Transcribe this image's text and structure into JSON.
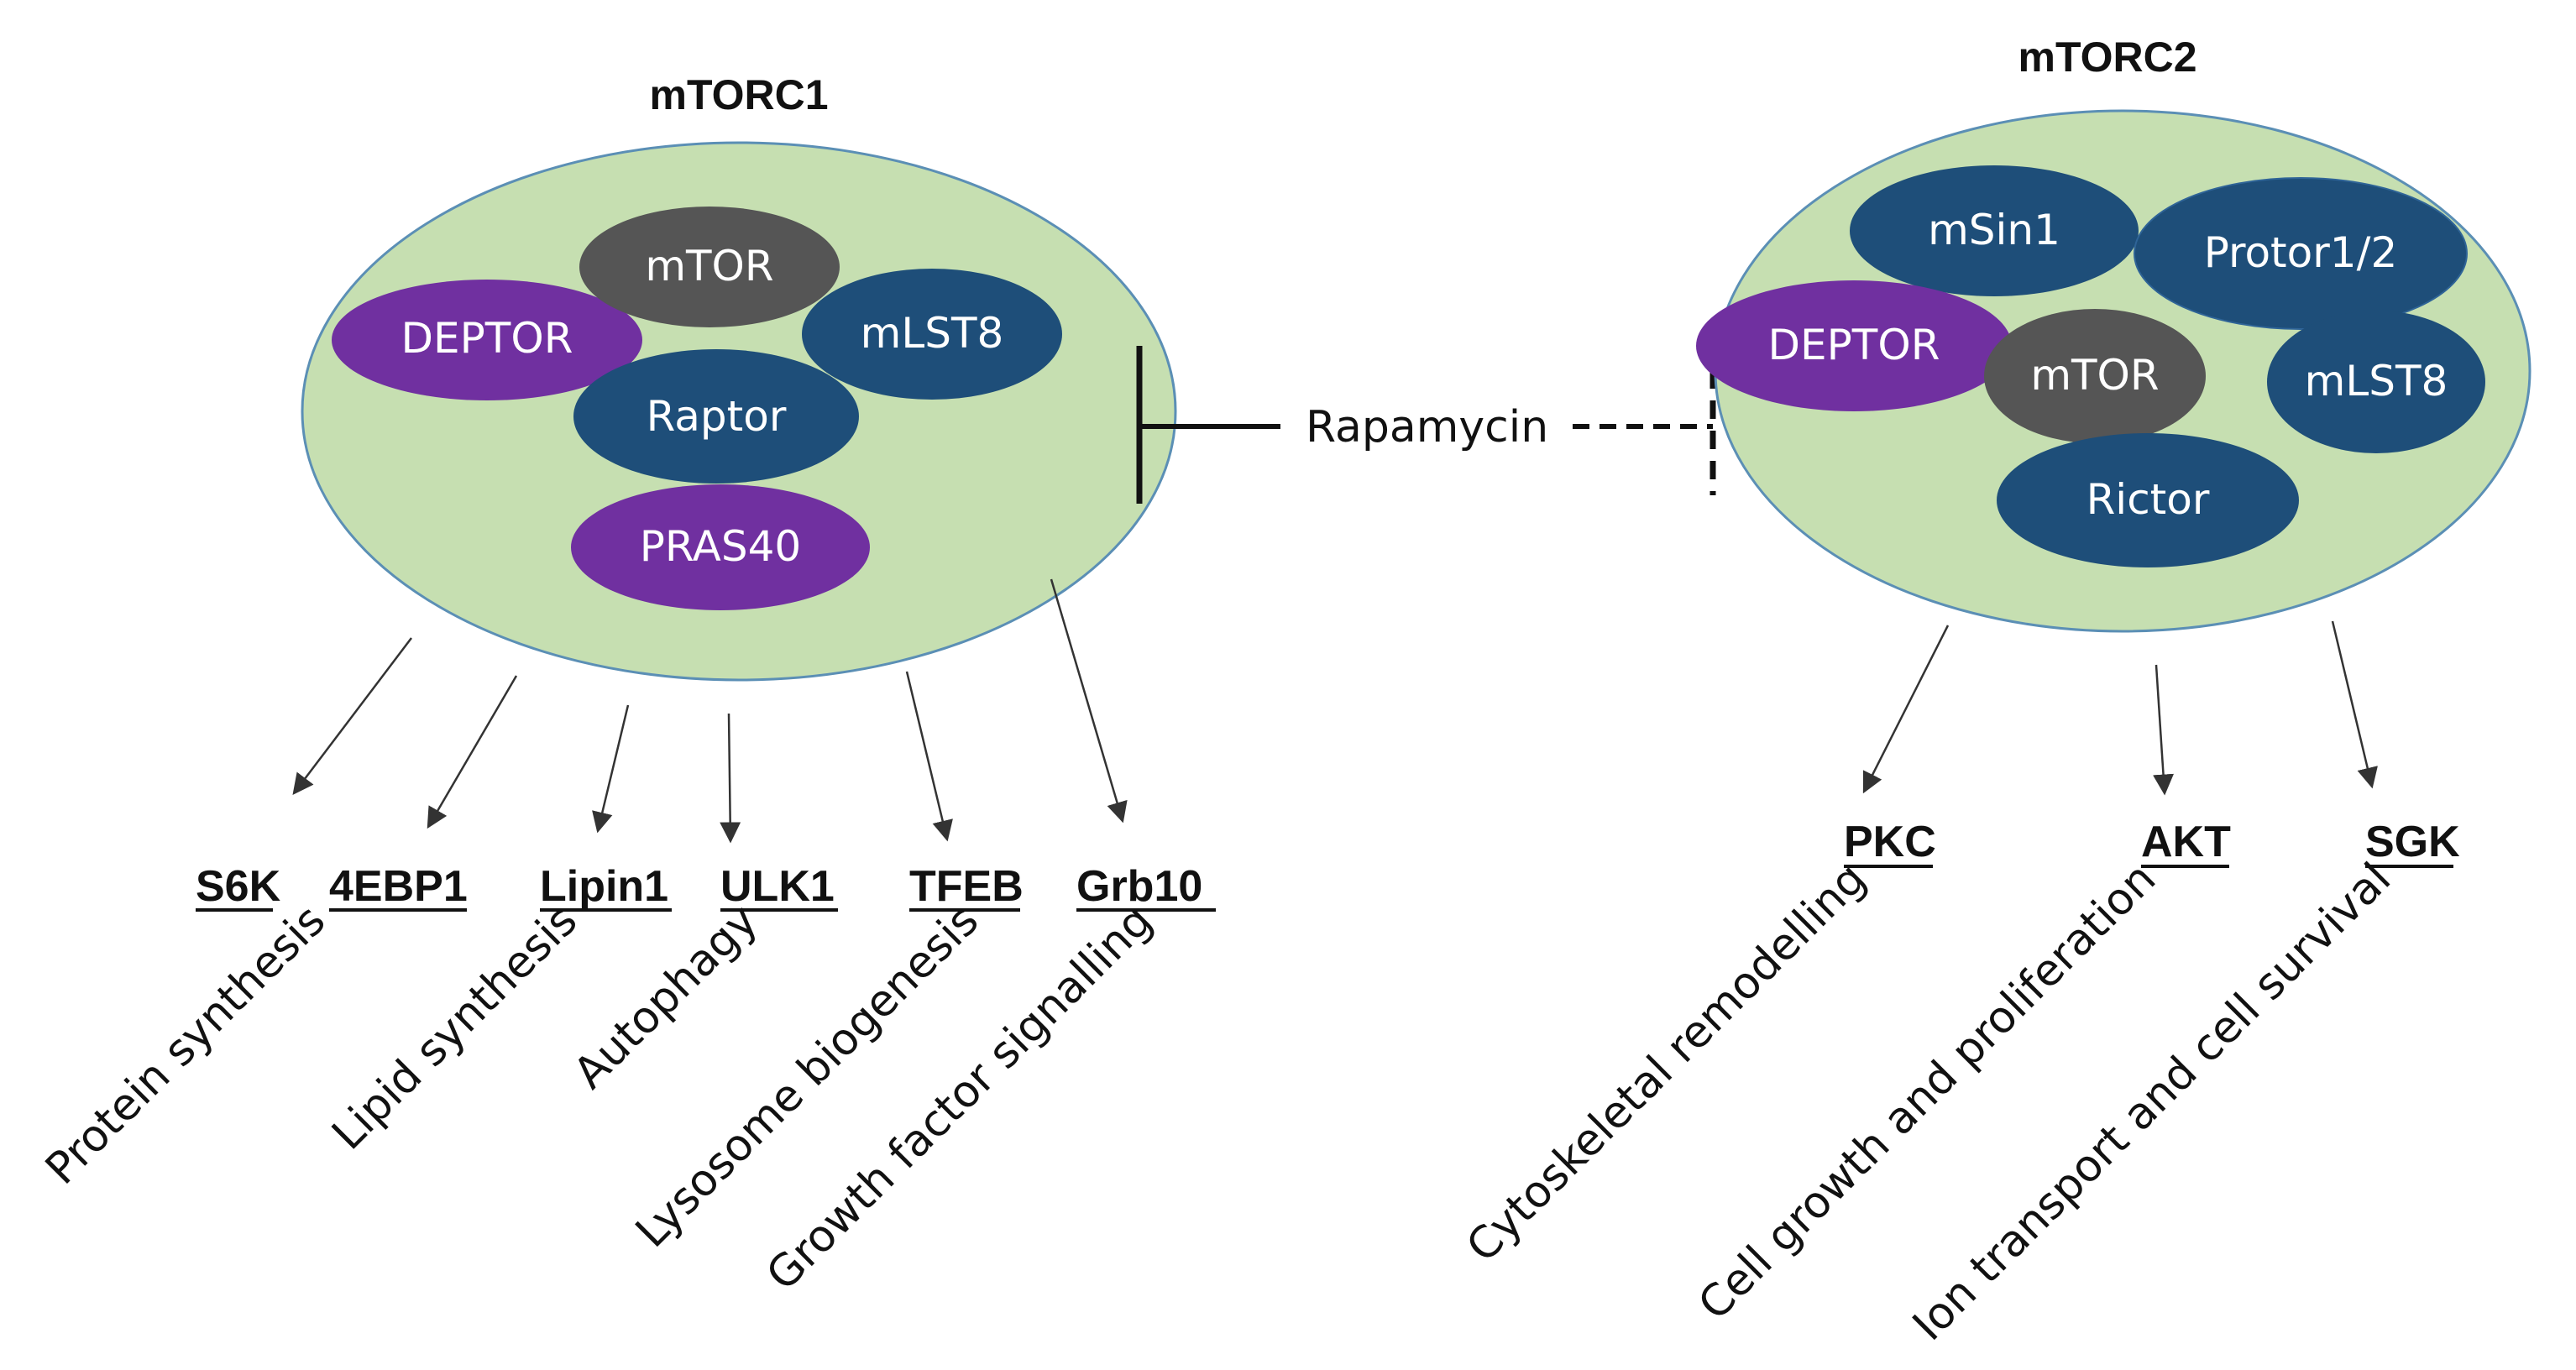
{
  "colors": {
    "complex_fill": "#c6dfb1",
    "complex_stroke": "#5b8fb5",
    "mtor": "#555555",
    "blue_protein": "#1e4e79",
    "purple_protein": "#7030a0"
  },
  "mtorc1": {
    "title": "mTORC1",
    "proteins": {
      "mtor": "mTOR",
      "deptor": "DEPTOR",
      "mlst8": "mLST8",
      "raptor": "Raptor",
      "pras40": "PRAS40"
    },
    "targets": [
      "S6K",
      "4EBP1",
      "Lipin1",
      "ULK1",
      "TFEB",
      "Grb10"
    ],
    "functions": [
      "Protein synthesis",
      "Lipid synthesis",
      "Autophagy",
      "Lysosome biogenesis",
      "Growth factor signalling"
    ]
  },
  "mtorc2": {
    "title": "mTORC2",
    "proteins": {
      "msin1": "mSin1",
      "protor": "Protor1/2",
      "deptor": "DEPTOR",
      "mtor": "mTOR",
      "mlst8": "mLST8",
      "rictor": "Rictor"
    },
    "targets": [
      "PKC",
      "AKT",
      "SGK"
    ],
    "functions": [
      "Cytoskeletal remodelling",
      "Cell growth and proliferation",
      "Ion transport and cell survival"
    ]
  },
  "inhibitor": {
    "label": "Rapamycin"
  }
}
